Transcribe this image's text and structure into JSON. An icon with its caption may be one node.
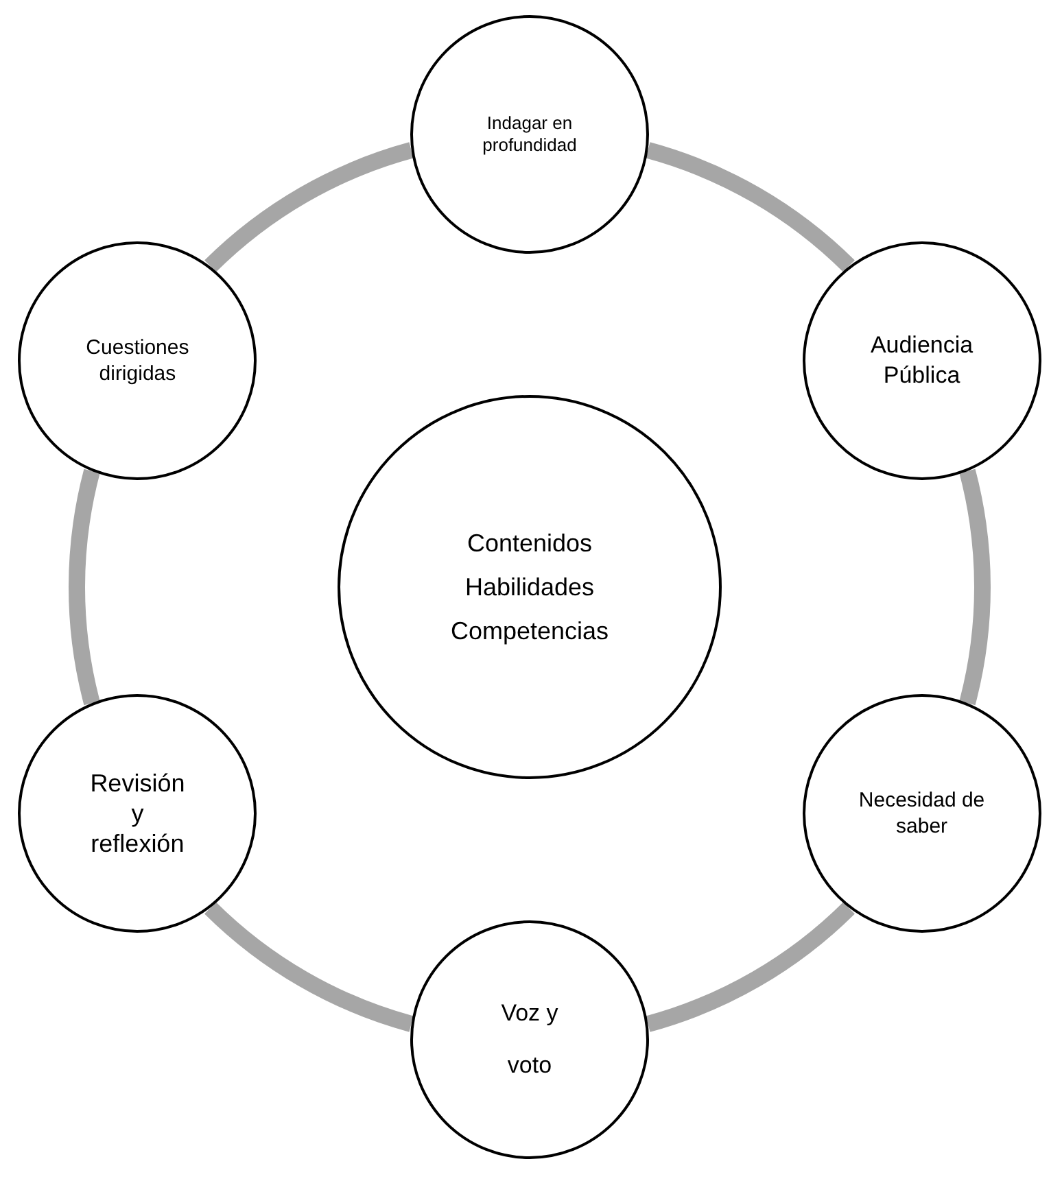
{
  "diagram": {
    "nodes": [
      {
        "text": [
          "Contenidos Habilidades Competencias"
        ]
      },
      {
        "text": [
          "Indagar en profundidad"
        ]
      },
      {
        "text": [
          "Audiencia Pública"
        ]
      },
      {
        "text": [
          "Necesidad de saber"
        ]
      },
      {
        "text": [
          "Voz y voto"
        ]
      },
      {
        "text": [
          "Revisión y reflexión"
        ]
      },
      {
        "text": [
          "Cuestiones dirigidas"
        ]
      }
    ],
    "edges": [
      {
        "from": 1,
        "to": 2,
        "arrow": "none"
      },
      {
        "from": 2,
        "to": 3,
        "arrow": "none"
      },
      {
        "from": 3,
        "to": 4,
        "arrow": "none"
      },
      {
        "from": 4,
        "to": 5,
        "arrow": "none"
      },
      {
        "from": 5,
        "to": 6,
        "arrow": "none"
      },
      {
        "from": 6,
        "to": 1,
        "arrow": "none"
      }
    ]
  }
}
